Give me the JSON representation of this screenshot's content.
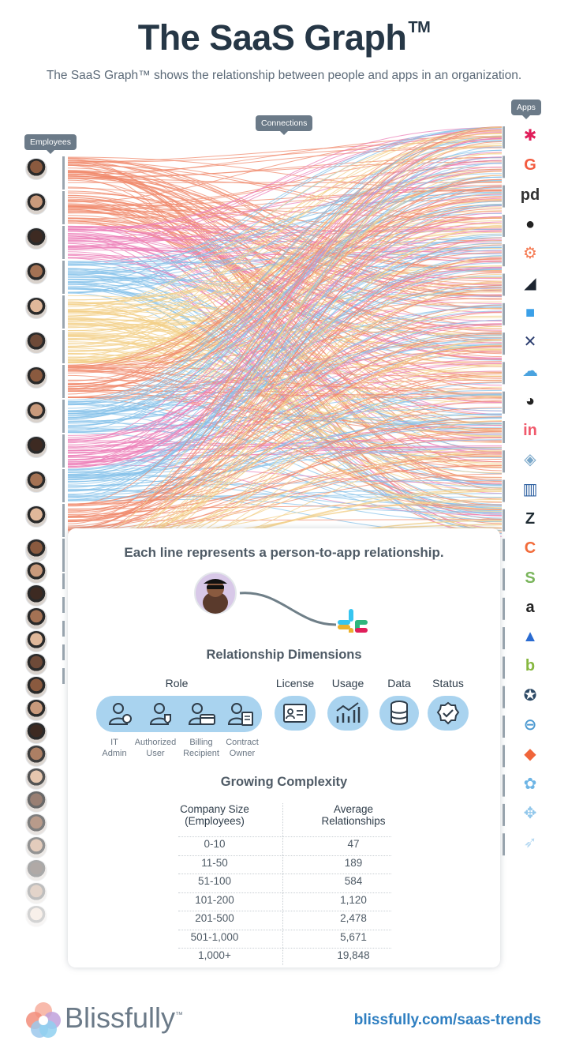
{
  "header": {
    "title": "The SaaS Graph",
    "title_tm": "TM",
    "subtitle": "The SaaS Graph™ shows the relationship between people and apps in an organization."
  },
  "tags": {
    "employees": "Employees",
    "connections": "Connections",
    "apps": "Apps"
  },
  "apps": [
    {
      "icon": "slack-icon",
      "color": "#e01e5a"
    },
    {
      "icon": "grammarly-icon",
      "color": "#f35b3f"
    },
    {
      "icon": "pagerduty-icon",
      "color": "#333333"
    },
    {
      "icon": "github-icon",
      "color": "#222222"
    },
    {
      "icon": "hubspot-icon",
      "color": "#f57a52"
    },
    {
      "icon": "gong-icon",
      "color": "#1d2530"
    },
    {
      "icon": "pipefy-icon",
      "color": "#3aa0e8"
    },
    {
      "icon": "jira-like-icon",
      "color": "#2c3e70"
    },
    {
      "icon": "salesforce-icon",
      "color": "#4aa3df"
    },
    {
      "icon": "mailchimp-icon",
      "color": "#222222"
    },
    {
      "icon": "invision-icon",
      "color": "#f05a6c"
    },
    {
      "icon": "layers-icon",
      "color": "#7aa7c9"
    },
    {
      "icon": "intercom-icon",
      "color": "#2c5fa0"
    },
    {
      "icon": "zendesk-icon",
      "color": "#1f2b33"
    },
    {
      "icon": "c-logo-icon",
      "color": "#f26b3a"
    },
    {
      "icon": "shopify-icon",
      "color": "#7ab55c"
    },
    {
      "icon": "amazon-icon",
      "color": "#222222"
    },
    {
      "icon": "atlassian-icon",
      "color": "#2a6bd1"
    },
    {
      "icon": "bamboo-icon",
      "color": "#86b73f"
    },
    {
      "icon": "badge-icon",
      "color": "#2d4a66"
    },
    {
      "icon": "sumo-icon",
      "color": "#4d9ad1"
    },
    {
      "icon": "stack-icon",
      "color": "#f0653a"
    },
    {
      "icon": "swirl-icon",
      "color": "#4aa3df"
    },
    {
      "icon": "hands-icon",
      "color": "#4aa3df"
    },
    {
      "icon": "feather-icon",
      "color": "#4aa3df"
    }
  ],
  "card": {
    "headline": "Each line represents a person-to-app relationship.",
    "dimensions_title": "Relationship Dimensions",
    "role_label": "Role",
    "roles": [
      {
        "icon": "it-admin-icon",
        "line1": "IT",
        "line2": "Admin"
      },
      {
        "icon": "authorized-user-icon",
        "line1": "Authorized",
        "line2": "User"
      },
      {
        "icon": "billing-recipient-icon",
        "line1": "Billing",
        "line2": "Recipient"
      },
      {
        "icon": "contract-owner-icon",
        "line1": "Contract",
        "line2": "Owner"
      }
    ],
    "dimensions": [
      {
        "label": "License",
        "icon": "license-icon"
      },
      {
        "label": "Usage",
        "icon": "usage-chart-icon"
      },
      {
        "label": "Data",
        "icon": "database-icon"
      },
      {
        "label": "Status",
        "icon": "status-check-icon"
      }
    ],
    "complexity_title": "Growing Complexity",
    "table": {
      "col1_line1": "Company Size",
      "col1_line2": "(Employees)",
      "col2_line1": "Average",
      "col2_line2": "Relationships",
      "rows": [
        {
          "size": "0-10",
          "relationships": "47"
        },
        {
          "size": "11-50",
          "relationships": "189"
        },
        {
          "size": "51-100",
          "relationships": "584"
        },
        {
          "size": "101-200",
          "relationships": "1,120"
        },
        {
          "size": "201-500",
          "relationships": "2,478"
        },
        {
          "size": "501-1,000",
          "relationships": "5,671"
        },
        {
          "size": "1,000+",
          "relationships": "19,848"
        }
      ]
    }
  },
  "footer": {
    "brand": "Blissfully",
    "brand_tm": "™",
    "url": "blissfully.com/saas-trends"
  },
  "colors": {
    "coral": "#f08a6c",
    "pink": "#ec7fb8",
    "blue": "#86c1ea",
    "yellow": "#f3d08a",
    "slate": "#6b7a88",
    "accent_blue": "#2f7fc1"
  }
}
